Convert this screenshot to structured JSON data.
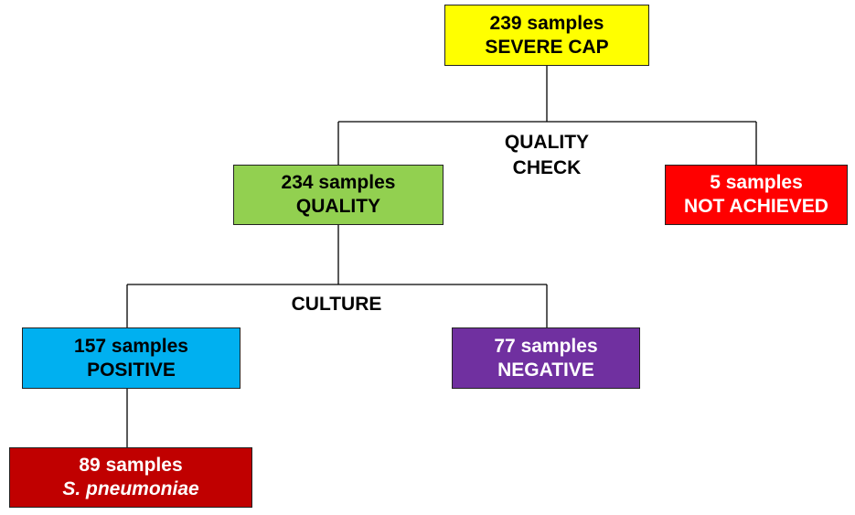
{
  "nodes": {
    "root": {
      "line1": "239 samples",
      "line2": "SEVERE CAP",
      "color": "#ffff00",
      "text_color": "#000000"
    },
    "quality": {
      "line1": "234 samples",
      "line2": "QUALITY",
      "color": "#92d050",
      "text_color": "#000000"
    },
    "not_achieved": {
      "line1": "5 samples",
      "line2": "NOT ACHIEVED",
      "color": "#ff0000",
      "text_color": "#ffffff"
    },
    "positive": {
      "line1": "157 samples",
      "line2": "POSITIVE",
      "color": "#00b0f0",
      "text_color": "#000000"
    },
    "negative": {
      "line1": "77 samples",
      "line2": "NEGATIVE",
      "color": "#7030a0",
      "text_color": "#ffffff"
    },
    "pneumoniae": {
      "line1": "89 samples",
      "line2": "S. pneumoniae",
      "color": "#c00000",
      "text_color": "#ffffff"
    }
  },
  "labels": {
    "quality_check": {
      "line1": "QUALITY",
      "line2": "CHECK"
    },
    "culture": {
      "line1": "CULTURE"
    }
  }
}
